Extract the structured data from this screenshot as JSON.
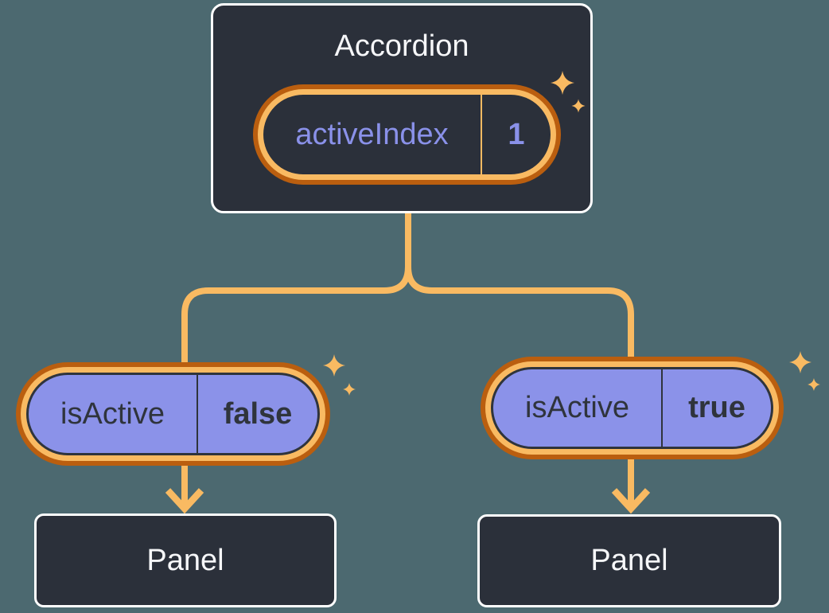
{
  "palette": {
    "bg": "#4C6970",
    "card": "#2B303A",
    "card-border": "#FFFFFF",
    "line": "#F9BA62",
    "orange-dark": "#BA5E0F",
    "purple-fill": "#8B92E9",
    "purple-text": "#8A91E9",
    "ink": "#2F343C",
    "text-light": "#F6F7F9"
  },
  "accordion": {
    "title": "Accordion",
    "state": {
      "name": "activeIndex",
      "value": "1"
    }
  },
  "children": [
    {
      "state": {
        "name": "isActive",
        "value": "false"
      },
      "panel_label": "Panel"
    },
    {
      "state": {
        "name": "isActive",
        "value": "true"
      },
      "panel_label": "Panel"
    }
  ]
}
